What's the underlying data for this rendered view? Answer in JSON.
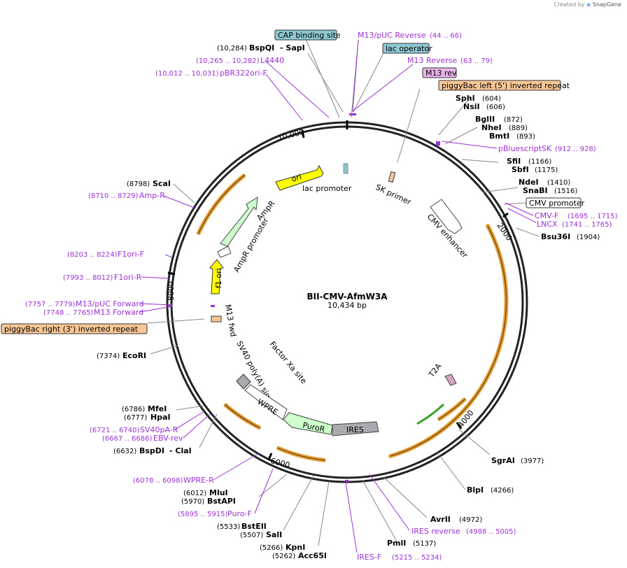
{
  "credit": {
    "created_by": "Created by",
    "brand": "SnapGene"
  },
  "plasmid": {
    "name": "BII-CMV-AfmW3A",
    "length_label": "10,434 bp"
  },
  "ticks": [
    "10,000",
    "2000",
    "4000",
    "6000",
    "8000"
  ],
  "enzymes": [
    {
      "name": "BspQI",
      "pos": "(10,284)"
    },
    {
      "name": "- SapI",
      "pos": ""
    },
    {
      "name": "SphI",
      "pos": "(604)"
    },
    {
      "name": "NsiI",
      "pos": "(606)"
    },
    {
      "name": "BglII",
      "pos": "(872)"
    },
    {
      "name": "NheI",
      "pos": "(889)"
    },
    {
      "name": "BmtI",
      "pos": "(893)"
    },
    {
      "name": "SfiI",
      "pos": "(1166)"
    },
    {
      "name": "SbfI",
      "pos": "(1175)"
    },
    {
      "name": "NdeI",
      "pos": "(1410)"
    },
    {
      "name": "SnaBI",
      "pos": "(1516)"
    },
    {
      "name": "Bsu36I",
      "pos": "(1904)"
    },
    {
      "name": "SgrAI",
      "pos": "(3977)"
    },
    {
      "name": "BlpI",
      "pos": "(4266)"
    },
    {
      "name": "AvrII",
      "pos": "(4972)"
    },
    {
      "name": "PmlI",
      "pos": "(5137)"
    },
    {
      "name": "KpnI",
      "pos": "(5266)"
    },
    {
      "name": "Acc65I",
      "pos": "(5262)"
    },
    {
      "name": "BstEII",
      "pos": "(5533)"
    },
    {
      "name": "SalI",
      "pos": "(5507)"
    },
    {
      "name": "MluI",
      "pos": "(6012)"
    },
    {
      "name": "BstAPI",
      "pos": "(5970)"
    },
    {
      "name": "BspDI",
      "pos": "(6632)"
    },
    {
      "name": "- ClaI",
      "pos": ""
    },
    {
      "name": "MfeI",
      "pos": "(6786)"
    },
    {
      "name": "HpaI",
      "pos": "(6777)"
    },
    {
      "name": "EcoRI",
      "pos": "(7374)"
    },
    {
      "name": "ScaI",
      "pos": "(8798)"
    }
  ],
  "primers": [
    {
      "name": "M13/pUC Reverse",
      "pos": "(44 .. 66)"
    },
    {
      "name": "M13 Reverse",
      "pos": "(63 .. 79)"
    },
    {
      "name": "L4440",
      "pos": "(10,265 .. 10,282)"
    },
    {
      "name": "pBR322ori-F",
      "pos": "(10,012 .. 10,031)"
    },
    {
      "name": "pBluescriptSK",
      "pos": "(912 .. 928)"
    },
    {
      "name": "CMV-F",
      "pos": "(1695 .. 1715)"
    },
    {
      "name": "LNCX",
      "pos": "(1741 .. 1765)"
    },
    {
      "name": "IRES reverse",
      "pos": "(4988 .. 5005)"
    },
    {
      "name": "IRES-F",
      "pos": "(5215 .. 5234)"
    },
    {
      "name": "Puro-F",
      "pos": "(5895 .. 5915)"
    },
    {
      "name": "WPRE-R",
      "pos": "(6078 .. 6098)"
    },
    {
      "name": "SV40pA-R",
      "pos": "(6721 .. 6740)"
    },
    {
      "name": "EBV-rev",
      "pos": "(6667 .. 6686)"
    },
    {
      "name": "M13/pUC Forward",
      "pos": "(7757 .. 7779)"
    },
    {
      "name": "M13 Forward",
      "pos": "(7748 .. 7765)"
    },
    {
      "name": "F1ori-R",
      "pos": "(7993 .. 8012)"
    },
    {
      "name": "F1ori-F",
      "pos": "(8203 .. 8224)"
    },
    {
      "name": "Amp-R",
      "pos": "(8710 .. 8729)"
    }
  ],
  "boxes": [
    "CAP binding site",
    "lac operator",
    "M13 rev",
    "piggyBac left (5') inverted repeat",
    "CMV promoter",
    "piggyBac right (3') inverted repeat"
  ],
  "features": [
    "ori",
    "lac promoter",
    "SK primer",
    "CMV enhancer",
    "AmpR",
    "AmpR promoter",
    "f1 ori",
    "M13 fwd",
    "SV40 poly(A) signal",
    "Factor Xa site",
    "WPRE",
    "PuroR",
    "IRES",
    "T2A"
  ],
  "colors": {
    "primer": "#9b30d9",
    "orange": "#e8a33a",
    "ori": "#ffff00",
    "ampr": "#ccffcc",
    "ires": "#a8aab0",
    "teal": "#8ec9d3",
    "pink": "#e8b4e8",
    "peach": "#f9c796"
  }
}
